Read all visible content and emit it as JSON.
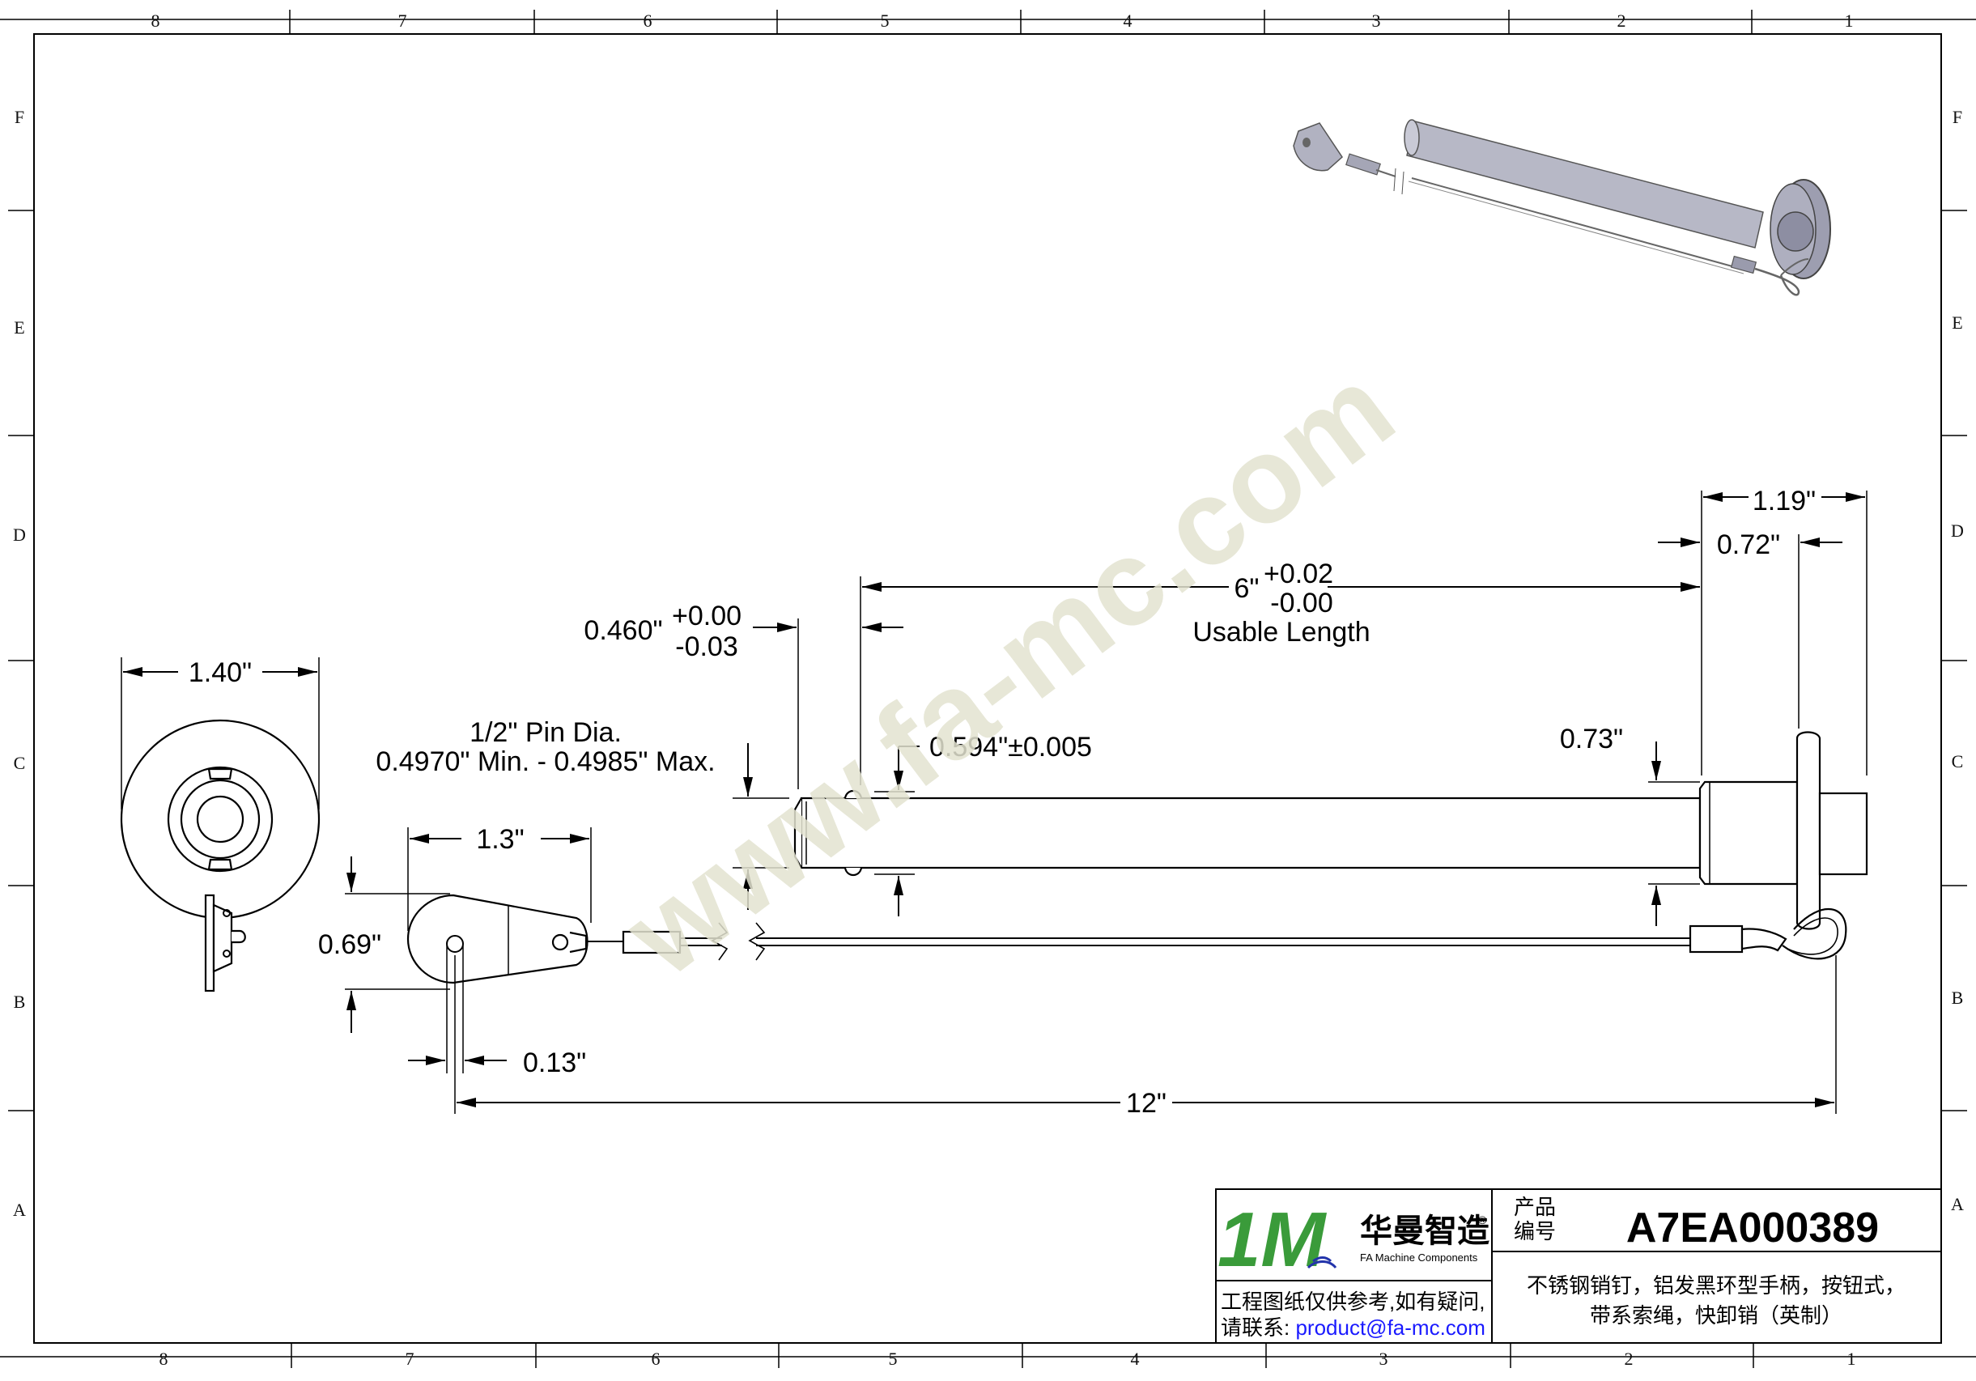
{
  "zones": {
    "columns": [
      "8",
      "7",
      "6",
      "5",
      "4",
      "3",
      "2",
      "1"
    ],
    "rows": [
      "F",
      "E",
      "D",
      "C",
      "B",
      "A"
    ]
  },
  "dimensions": {
    "diameter_140": "1.40\"",
    "length_119": "1.19\"",
    "length_072": "0.72\"",
    "usable_main": "6\"",
    "usable_tol_plus": "+0.02",
    "usable_tol_minus": "-0.00",
    "usable_label": "Usable Length",
    "tip_main": "0.460\"",
    "tip_tol_plus": "+0.00",
    "tip_tol_minus": "-0.03",
    "pin_dia_line1": "1/2\" Pin Dia.",
    "pin_dia_line2": "0.4970\" Min. - 0.4985\" Max.",
    "ball_pos": "0.594\"±0.005",
    "collar": "0.73\"",
    "tab_len": "1.3\"",
    "tab_height": "0.69\"",
    "hole_dia": "0.13\"",
    "lanyard_len": "12\""
  },
  "watermark": "www.fa-mc.com",
  "title_block": {
    "logo_mark": "1M",
    "logo_cn": "华曼智造",
    "logo_reg": "®",
    "logo_en": "FA Machine Components",
    "label_line1": "产品",
    "label_line2": "编号",
    "part_number": "A7EA000389",
    "description_line1": "不锈钢销钉，铝发黑环型手柄，按钮式，",
    "description_line2": "带系索绳，快卸销（英制）",
    "note_line1": "工程图纸仅供参考,如有疑问,",
    "note_prefix": "请联系: ",
    "note_email": "product@fa-mc.com"
  },
  "colors": {
    "watermark": "#e3e3d0",
    "email": "#1a1aff",
    "logo_green": "#3a9b3a",
    "logo_blue": "#2233aa",
    "render_metal": "#a9aab8"
  }
}
